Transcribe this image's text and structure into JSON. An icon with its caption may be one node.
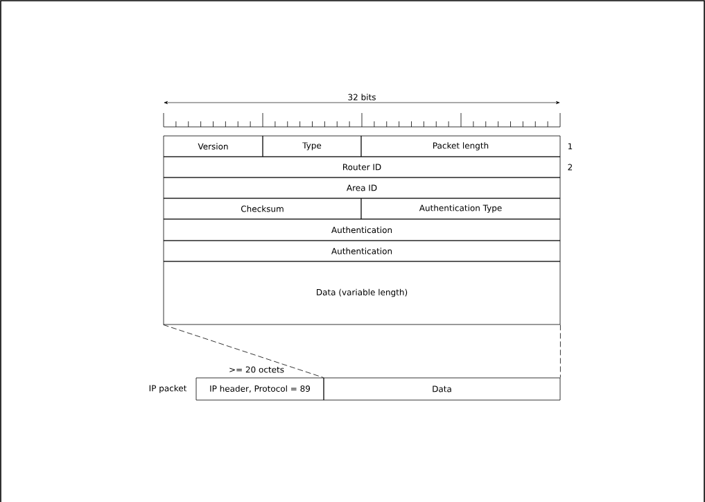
{
  "diagram": {
    "nodes": [
      {
        "text": [
          "Version"
        ]
      },
      {
        "text": [
          "Type"
        ]
      },
      {
        "text": [
          "Packet length"
        ]
      },
      {
        "text": [
          "Router ID"
        ]
      },
      {
        "text": [
          "Area ID"
        ]
      },
      {
        "text": [
          "Checksum"
        ]
      },
      {
        "text": [
          "Authentication Type"
        ]
      },
      {
        "text": [
          "Authentication"
        ]
      },
      {
        "text": [
          "Authentication"
        ]
      },
      {
        "text": [
          "Data (variable length)"
        ]
      },
      {
        "text": [
          "IP header, Protocol = 89"
        ],
        "beside": [
          ">= 20 octets"
        ]
      },
      {
        "text": [
          "Data"
        ]
      }
    ],
    "edges": [
      {
        "from": 9,
        "to": 11,
        "arrow": "none",
        "style": "dashed"
      },
      {
        "from": 9,
        "to": 11,
        "arrow": "none",
        "style": "dashed"
      }
    ],
    "labels": [
      "32 bits",
      "1",
      "2",
      "IP packet"
    ]
  }
}
